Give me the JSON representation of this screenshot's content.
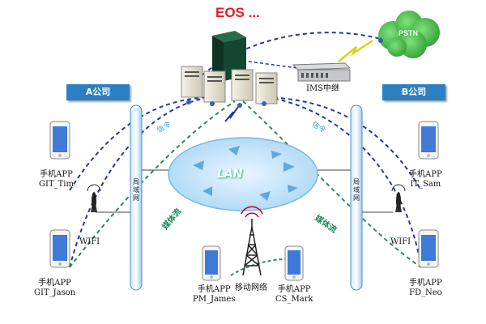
{
  "header": {
    "title": "EOS ..."
  },
  "cloud_label": "PSTN",
  "ims_label": "IMS中继",
  "lan_label": "LAN",
  "company_a": "A公司",
  "company_b": "B公司",
  "lan_vertical": "局域网",
  "signal_label": "信令",
  "media_label": "媒体流",
  "mobile_network_label": "移动网络",
  "wifi_label": "WIFI",
  "phones": {
    "git_tim": {
      "line1": "手机APP",
      "line2": "GIT_Tim"
    },
    "git_jason": {
      "line1": "手机APP",
      "line2": "GIT_Jason"
    },
    "pm_james": {
      "line1": "手机APP",
      "line2": "PM_James"
    },
    "cs_mark": {
      "line1": "手机APP",
      "line2": "CS_Mark"
    },
    "it_sam": {
      "line1": "手机APP",
      "line2": "IT_Sam"
    },
    "fd_neo": {
      "line1": "手机APP",
      "line2": "FD_Neo"
    }
  },
  "colors": {
    "signal": "#2438a8",
    "media": "#2e8b57",
    "tag": "#2e7fc1",
    "title": "#e41c24",
    "pstn_cloud": "#3cb43c"
  }
}
